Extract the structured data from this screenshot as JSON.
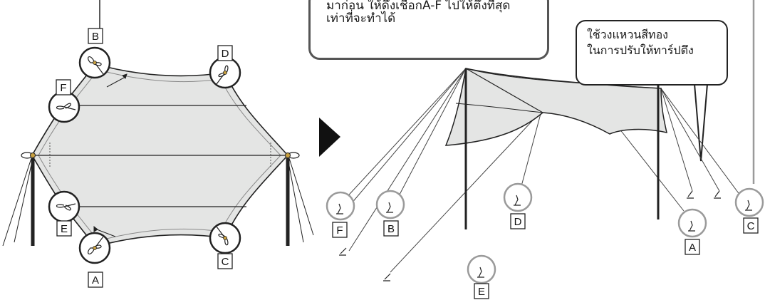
{
  "callout_top": {
    "line1": "มาก่อน ให้ดึงเชือกA-F ไปให้ตึงที่สุด",
    "line2": "เท่าที่จะทำได้"
  },
  "callout_right": {
    "line1": "ใช้วงแหวนสีทอง",
    "line2": "ในการปรับให้ทาร์ปตึง"
  },
  "left_diagram": {
    "labels": [
      "B",
      "D",
      "F",
      "E",
      "C",
      "A"
    ]
  },
  "right_diagram": {
    "labels": [
      "F",
      "B",
      "D",
      "E",
      "A",
      "C"
    ]
  },
  "colors": {
    "tarp_fill": "#e4e5e4",
    "outline": "#222222",
    "ring_gray": "#9a9a9a",
    "gold_ring": "#c8a040"
  }
}
